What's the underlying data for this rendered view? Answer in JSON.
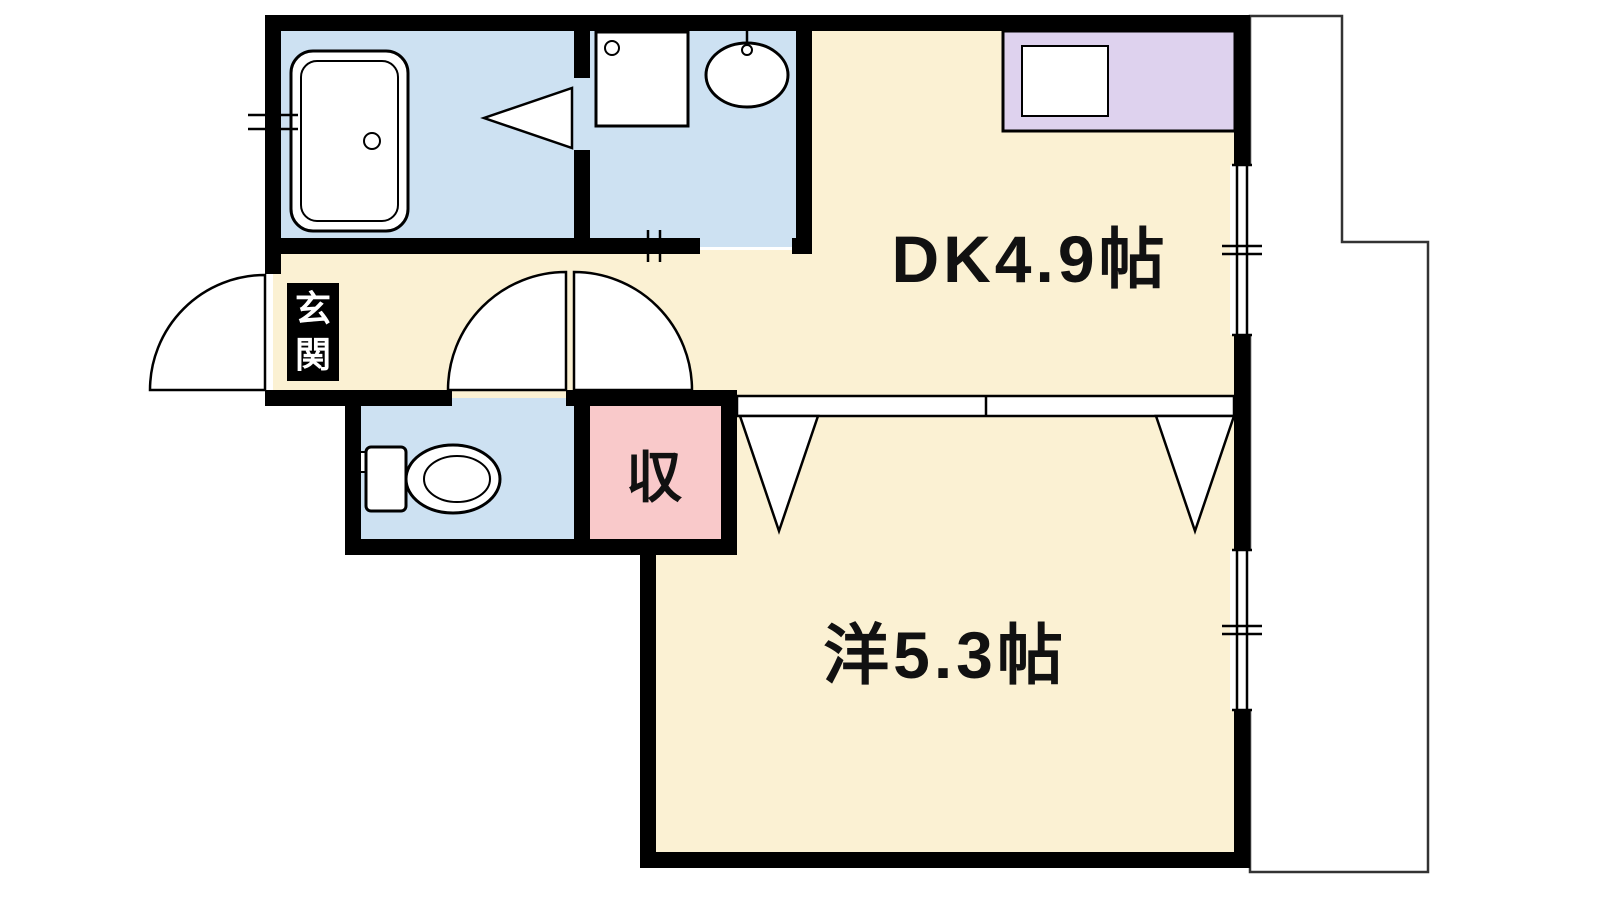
{
  "page": {
    "type": "apartment-floor-plan"
  },
  "colors": {
    "wall": "#000000",
    "floor_cream": "#fbf1d3",
    "water_blue": "#cde1f2",
    "closet_pink": "#f9c9ca",
    "kitchen_lavender": "#ded2ee",
    "balcony_fill": "#ffffff",
    "genkan_bg": "#000000",
    "genkan_text": "#ffffff",
    "label_color": "#111111"
  },
  "rooms": [
    {
      "id": "dk",
      "label": "DK4.9帖",
      "type": "dining-kitchen"
    },
    {
      "id": "western",
      "label": "洋5.3帖",
      "type": "western-room"
    },
    {
      "id": "entrance",
      "label": "玄関",
      "chars": [
        "玄",
        "関"
      ]
    },
    {
      "id": "closet",
      "label": "収",
      "type": "storage"
    },
    {
      "id": "bathroom",
      "label": "",
      "type": "bathroom"
    },
    {
      "id": "washroom",
      "label": "",
      "type": "washroom"
    },
    {
      "id": "toilet",
      "label": "",
      "type": "toilet"
    },
    {
      "id": "balcony",
      "label": "",
      "type": "balcony"
    }
  ],
  "fixtures": [
    "bathtub",
    "washing-machine",
    "washbasin",
    "toilet-bowl",
    "kitchen-counter",
    "kitchen-sink"
  ]
}
